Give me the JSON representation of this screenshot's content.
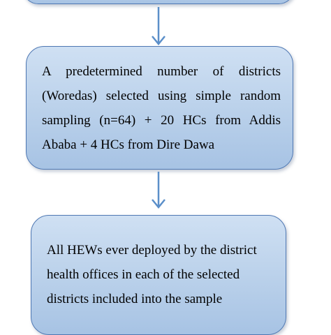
{
  "flowchart": {
    "boxes": [
      {
        "id": "top",
        "text": ""
      },
      {
        "id": "middle",
        "text": "A predetermined number of districts (Woredas) selected using simple random sampling (n=64) + 20 HCs from Addis Ababa + 4 HCs from Dire Dawa"
      },
      {
        "id": "bottom",
        "text": "All HEWs ever deployed by the district health offices in each of the selected districts included into the sample"
      }
    ],
    "colors": {
      "box_fill_top": "#cfe0f3",
      "box_fill_bottom": "#a7c3e4",
      "box_border": "#4f78b3",
      "arrow": "#5b8fc9"
    }
  }
}
